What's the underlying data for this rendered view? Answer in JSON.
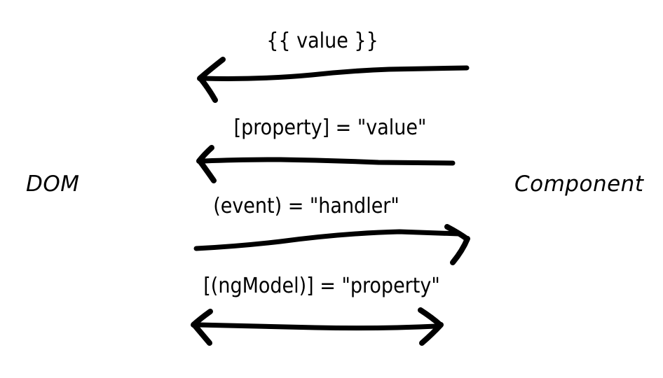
{
  "diagram": {
    "title": "Angular data binding between DOM and Component",
    "type": "hand-drawn-arrow-diagram",
    "background_color": "#ffffff",
    "stroke_color": "#000000",
    "endpoints": {
      "left": {
        "label": "DOM"
      },
      "right": {
        "label": "Component"
      }
    },
    "bindings": [
      {
        "id": "interpolation",
        "label": "{{ value }}",
        "direction": "component-to-dom",
        "arrow": "left"
      },
      {
        "id": "property-binding",
        "label": "[property] = \"value\"",
        "direction": "component-to-dom",
        "arrow": "left"
      },
      {
        "id": "event-binding",
        "label": "(event) = \"handler\"",
        "direction": "dom-to-component",
        "arrow": "right"
      },
      {
        "id": "two-way-binding",
        "label": "[(ngModel)] = \"property\"",
        "direction": "bidirectional",
        "arrow": "both"
      }
    ]
  }
}
